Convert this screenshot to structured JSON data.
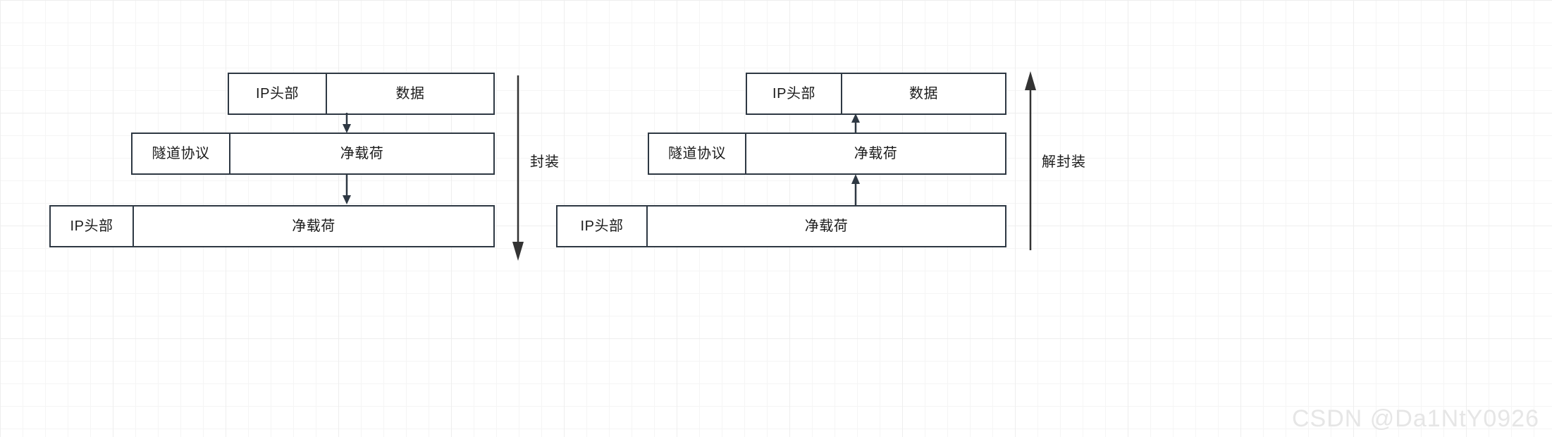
{
  "diagram": {
    "title_text_present": false,
    "background": {
      "grid_minor_color": "#f5f5f5",
      "grid_major_color": "#eeeeee",
      "page_color": "#ffffff"
    },
    "stroke_color": "#2e3843",
    "text_color": "#1b1b1b"
  },
  "left_flow": {
    "name": "encapsulation-flow",
    "direction": "down",
    "side_label": "封装",
    "rows": [
      {
        "row_id": "original-packet",
        "cells": [
          {
            "label": "IP头部"
          },
          {
            "label": "数据"
          }
        ]
      },
      {
        "row_id": "tunneled-packet",
        "cells": [
          {
            "label": "隧道协议"
          },
          {
            "label": "净载荷"
          }
        ]
      },
      {
        "row_id": "outer-packet",
        "cells": [
          {
            "label": "IP头部"
          },
          {
            "label": "净载荷"
          }
        ]
      }
    ]
  },
  "right_flow": {
    "name": "decapsulation-flow",
    "direction": "up",
    "side_label": "解封装",
    "rows": [
      {
        "row_id": "original-packet",
        "cells": [
          {
            "label": "IP头部"
          },
          {
            "label": "数据"
          }
        ]
      },
      {
        "row_id": "tunneled-packet",
        "cells": [
          {
            "label": "隧道协议"
          },
          {
            "label": "净载荷"
          }
        ]
      },
      {
        "row_id": "outer-packet",
        "cells": [
          {
            "label": "IP头部"
          },
          {
            "label": "净载荷"
          }
        ]
      }
    ]
  },
  "watermark": {
    "text": "CSDN @Da1NtY0926"
  }
}
